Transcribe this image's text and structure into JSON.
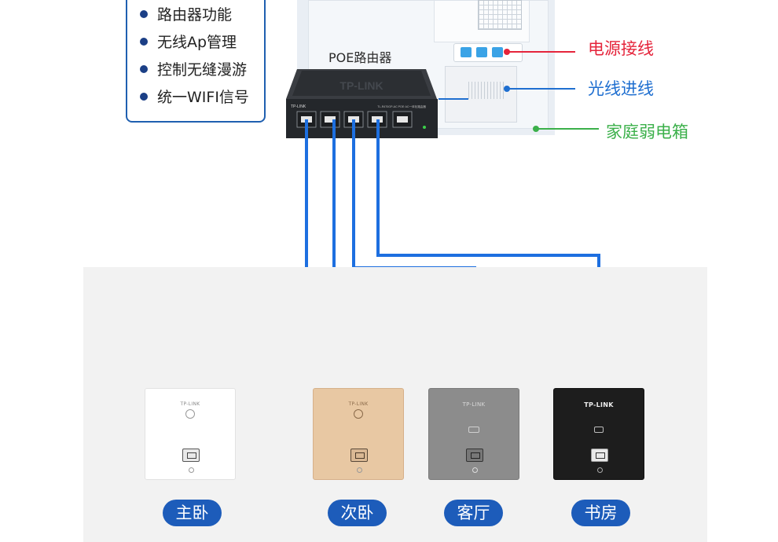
{
  "features": {
    "items": [
      "路由器功能",
      "无线Ap管理",
      "控制无缝漫游",
      "统一WIFI信号"
    ]
  },
  "cabinet": {
    "router_label": "POE路由器",
    "router_brand": "TP-LINK",
    "router_model": "TL-R470GP-AC POE·AC一体化路由器"
  },
  "callouts": {
    "power": {
      "label": "电源接线",
      "color": "#e5243b"
    },
    "fiber": {
      "label": "光线进线",
      "color": "#1f6fd0"
    },
    "box": {
      "label": "家庭弱电箱",
      "color": "#3bb04a"
    }
  },
  "rooms": [
    {
      "label": "主卧",
      "panel_color": "white",
      "panel_brand": "TP-LINK"
    },
    {
      "label": "次卧",
      "panel_color": "champagne",
      "panel_brand": "TP-LINK"
    },
    {
      "label": "客厅",
      "panel_color": "gray",
      "panel_brand": "TP-LINK"
    },
    {
      "label": "书房",
      "panel_color": "black",
      "panel_brand": "TP-LINK"
    }
  ],
  "colors": {
    "cable": "#1d6fe0",
    "accent_blue": "#1d5cba"
  }
}
